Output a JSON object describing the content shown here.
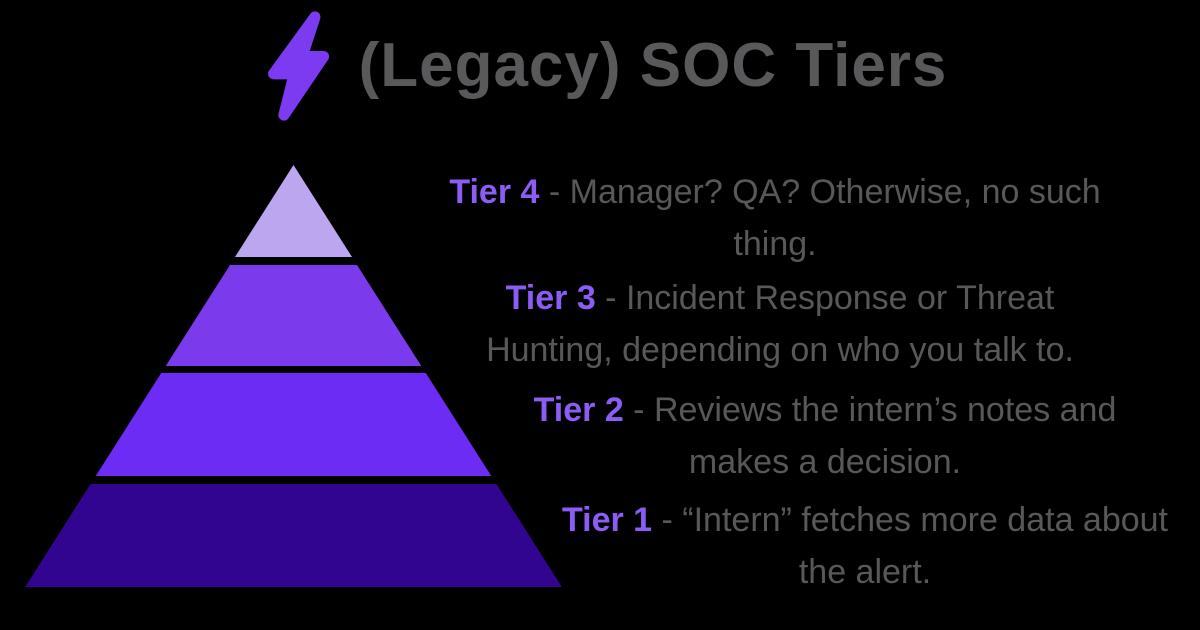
{
  "header": {
    "title": "(Legacy) SOC Tiers",
    "bolt_icon": "lightning-bolt",
    "title_color": "#59595B",
    "bolt_color": "#7C3BF0"
  },
  "colors": {
    "background": "#000000",
    "tier_label_purple": "#8B5CF6",
    "body_text_gray": "#58585A"
  },
  "pyramid": {
    "tiers": [
      {
        "label": "Tier 4",
        "desc": " - Manager? QA? Otherwise, no such thing.",
        "color": "#BDA6F0"
      },
      {
        "label": "Tier 3",
        "desc": " - Incident Response or Threat Hunting, depending on who you talk to.",
        "color": "#7B3AEC"
      },
      {
        "label": "Tier 2",
        "desc": " - Reviews the intern’s notes and makes a decision.",
        "color": "#6C2CF4"
      },
      {
        "label": "Tier 1",
        "desc": " - “Intern” fetches more data about the alert.",
        "color": "#320591"
      }
    ]
  }
}
